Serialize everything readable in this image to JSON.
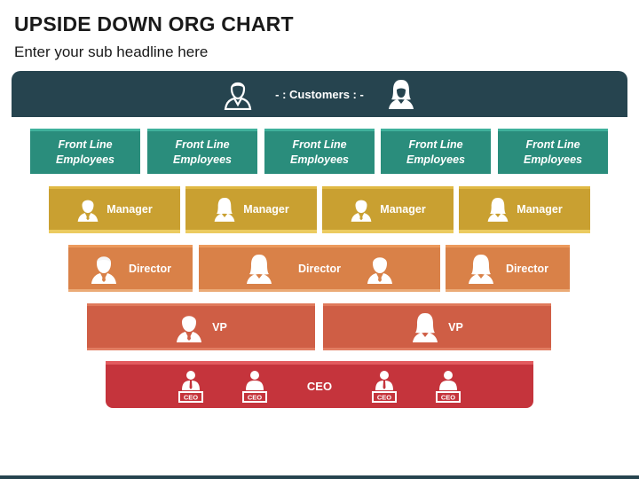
{
  "header": {
    "title": "UPSIDE DOWN ORG CHART",
    "subtitle": "Enter your sub headline here"
  },
  "levels": {
    "customers": {
      "label": "- : Customers : -",
      "icons": [
        "male-person-icon",
        "female-person-icon"
      ],
      "color": "#26444f"
    },
    "front_line": {
      "color": "#2a8d7c",
      "items": [
        {
          "line1": "Front Line",
          "line2": "Employees"
        },
        {
          "line1": "Front Line",
          "line2": "Employees"
        },
        {
          "line1": "Front Line",
          "line2": "Employees"
        },
        {
          "line1": "Front Line",
          "line2": "Employees"
        },
        {
          "line1": "Front Line",
          "line2": "Employees"
        }
      ]
    },
    "manager": {
      "color": "#c9a031",
      "items": [
        {
          "label": "Manager",
          "icon": "male-person-icon"
        },
        {
          "label": "Manager",
          "icon": "female-person-icon"
        },
        {
          "label": "Manager",
          "icon": "male-person-icon"
        },
        {
          "label": "Manager",
          "icon": "female-person-icon"
        }
      ]
    },
    "director": {
      "color": "#d98148",
      "items": [
        {
          "label": "Director",
          "icons": [
            "male-person-icon"
          ]
        },
        {
          "label": "Director",
          "icons": [
            "female-person-icon",
            "male-person-icon"
          ]
        },
        {
          "label": "Director",
          "icons": [
            "female-person-icon"
          ]
        }
      ]
    },
    "vp": {
      "color": "#cf5e45",
      "items": [
        {
          "label": "VP",
          "icon": "male-person-icon"
        },
        {
          "label": "VP",
          "icon": "female-person-icon"
        }
      ]
    },
    "ceo": {
      "color": "#c5343c",
      "label": "CEO",
      "badge": "CEO",
      "icons": [
        "ceo-podium-icon",
        "ceo-podium-icon",
        "ceo-podium-icon",
        "ceo-podium-icon"
      ]
    }
  }
}
